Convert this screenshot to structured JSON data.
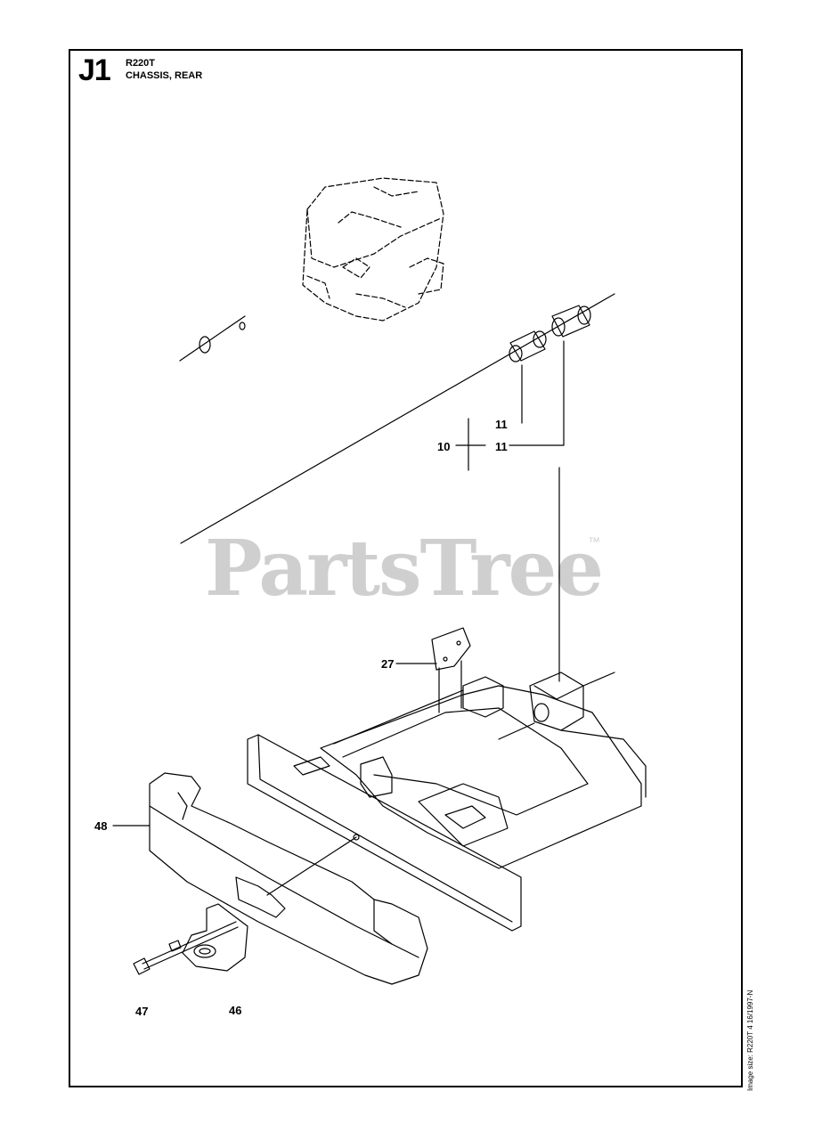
{
  "header": {
    "section": "J1",
    "model": "R220T",
    "title": "CHASSIS, REAR"
  },
  "callouts": {
    "c11a": "11",
    "c10": "10",
    "c11b": "11",
    "c27": "27",
    "c48": "48",
    "c47": "47",
    "c46": "46"
  },
  "watermark": {
    "text": "PartsTree",
    "tm": "™"
  },
  "side_id": "Image size: R220T 4 16/1997-N"
}
